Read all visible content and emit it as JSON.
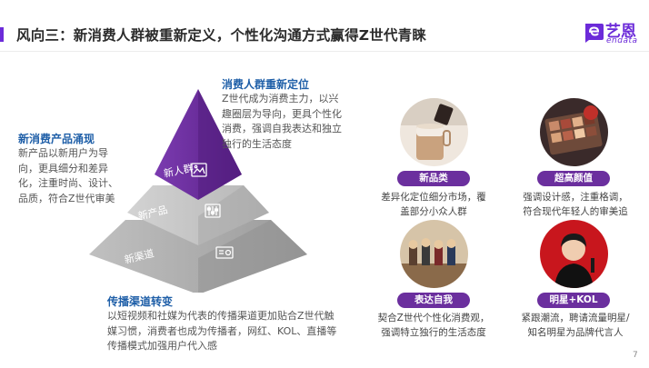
{
  "header": {
    "title": "风向三：新消费人群被重新定义，个性化沟通方式赢得Z世代青睐",
    "logo_cn": "艺恩",
    "logo_en": "endata"
  },
  "pyramid": {
    "tiers": [
      "新人群",
      "新产品",
      "新渠道"
    ]
  },
  "callouts": {
    "top": {
      "title": "消费人群重新定位",
      "lines": [
        "Z世代成为消费主力，以兴",
        "趣圈层为导向，更具个性化",
        "消费，强调自我表达和独立",
        "独行的生活态度"
      ]
    },
    "left": {
      "title": "新消费产品涌现",
      "lines": [
        "新产品以新用户为导",
        "向，更具细分和差异",
        "化，注重时尚、设计、",
        "品质，符合Z世代审美"
      ]
    },
    "bottom": {
      "title": "传播渠道转变",
      "lines": [
        "以短视频和社媒为代表的传播渠道更加贴合Z世代触",
        "媒习惯，消费者也成为传播者，网红、KOL、直播等",
        "传播模式加强用户代入感"
      ]
    }
  },
  "cards": [
    {
      "label": "新品类",
      "lines": [
        "差异化定位细分市场，覆",
        "盖部分小众人群"
      ]
    },
    {
      "label": "超高颜值",
      "lines": [
        "强调设计感，注重格调，",
        "符合现代年轻人的审美追"
      ]
    },
    {
      "label": "表达自我",
      "lines": [
        "契合Z世代个性化消费观，",
        "强调特立独行的生活态度"
      ]
    },
    {
      "label": "明星+KOL",
      "lines": [
        "紧跟潮流，聘请流量明星/",
        "知名明星为品牌代言人"
      ]
    }
  ],
  "page_number": "7",
  "colors": {
    "accent": "#6c2bd9",
    "pill": "#6b2f9e",
    "callout_title": "#1f5fa8",
    "tier_top": "#6a2c9c",
    "tier_mid": "#c4c4c4",
    "tier_bottom": "#a9a9a9"
  }
}
